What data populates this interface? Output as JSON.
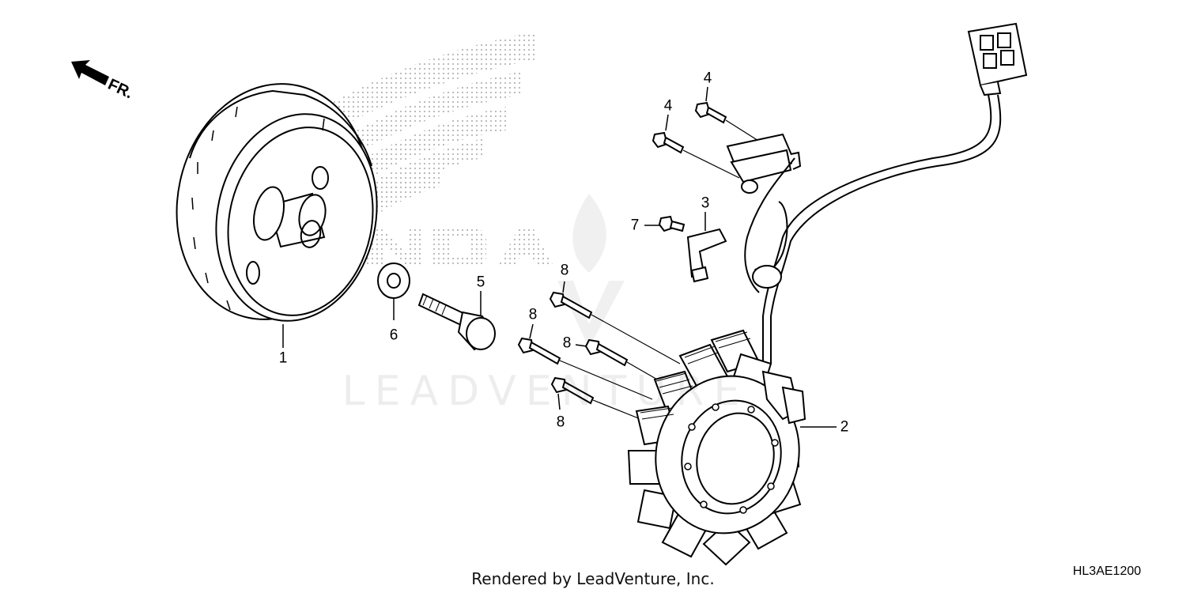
{
  "diagram": {
    "orientation_label": "FR.",
    "diagram_code": "HL3AE1200",
    "footer": "Rendered by LeadVenture, Inc.",
    "watermark": {
      "brand_text": "HONDA",
      "company_text": "LEADVENTURE"
    },
    "callouts": [
      {
        "id": "flywheel",
        "number": "1"
      },
      {
        "id": "stator",
        "number": "2"
      },
      {
        "id": "bracket",
        "number": "3"
      },
      {
        "id": "bolt-4-upper",
        "number": "4"
      },
      {
        "id": "bolt-4-lower",
        "number": "4"
      },
      {
        "id": "flange-bolt",
        "number": "5"
      },
      {
        "id": "washer",
        "number": "6"
      },
      {
        "id": "bolt-7",
        "number": "7"
      },
      {
        "id": "bolt-8-a",
        "number": "8"
      },
      {
        "id": "bolt-8-b",
        "number": "8"
      },
      {
        "id": "bolt-8-c",
        "number": "8"
      },
      {
        "id": "bolt-8-d",
        "number": "8"
      }
    ]
  }
}
